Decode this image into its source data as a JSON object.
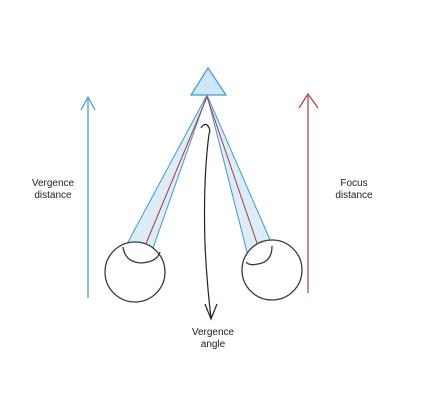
{
  "labels": {
    "vergence_distance": [
      "Vergence",
      "distance"
    ],
    "focus_distance": [
      "Focus",
      "distance"
    ],
    "vergence_angle": [
      "Vergence",
      "angle"
    ]
  },
  "colors": {
    "vergence_arrow": "#3a9ad9",
    "focus_arrow": "#b0383f",
    "cone_fill": "#dcedf8",
    "cone_stroke": "#3a9ad9",
    "target_fill": "#cfe6f6",
    "visual_axis": "#b0383f",
    "eye_outline": "#3a3a3a",
    "angle_arrow": "#222222"
  },
  "icons": {
    "target": "triangle-target-icon",
    "left_eye": "eye-icon",
    "right_eye": "eye-icon"
  }
}
